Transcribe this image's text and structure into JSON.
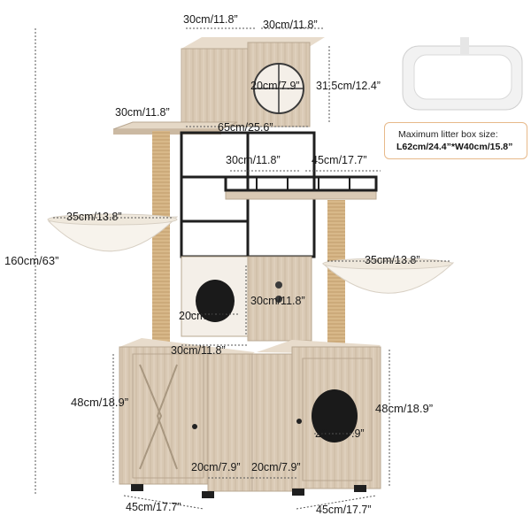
{
  "colors": {
    "wood": "#d9c9b4",
    "wood_dark": "#bfae97",
    "sisal": "#d8b889",
    "frame": "#222222",
    "hammock": "#f7f3ec",
    "accent_border": "#e7b98a"
  },
  "dimensions": {
    "top_w": "30cm/11.8”",
    "top_d": "30cm/11.8”",
    "top_hole": "20cm/7.9”",
    "top_h": "31.5cm/12.4”",
    "left_platform": "30cm/11.8”",
    "upper_width": "65cm/25.6”",
    "mid_platform_w": "30cm/11.8”",
    "mid_platform_d": "45cm/17.7”",
    "left_hammock": "35cm/13.8”",
    "total_height": "160cm/63”",
    "right_hammock": "35cm/13.8”",
    "cube_h": "30cm/11.8”",
    "cube_hole": "20cm/7.9”",
    "cube_w": "30cm/11.8”",
    "left_cabinet_h": "48cm/18.9”",
    "right_cabinet_h": "48cm/18.9”",
    "right_cabinet_hole": "20cm/7.9”",
    "inner_left": "20cm/7.9”",
    "inner_right": "20cm/7.9”",
    "bottom_left": "45cm/17.7”",
    "bottom_right": "45cm/17.7”"
  },
  "litter_box": {
    "title": "Maximum litter box size:",
    "size": "L62cm/24.4”*W40cm/15.8”"
  }
}
